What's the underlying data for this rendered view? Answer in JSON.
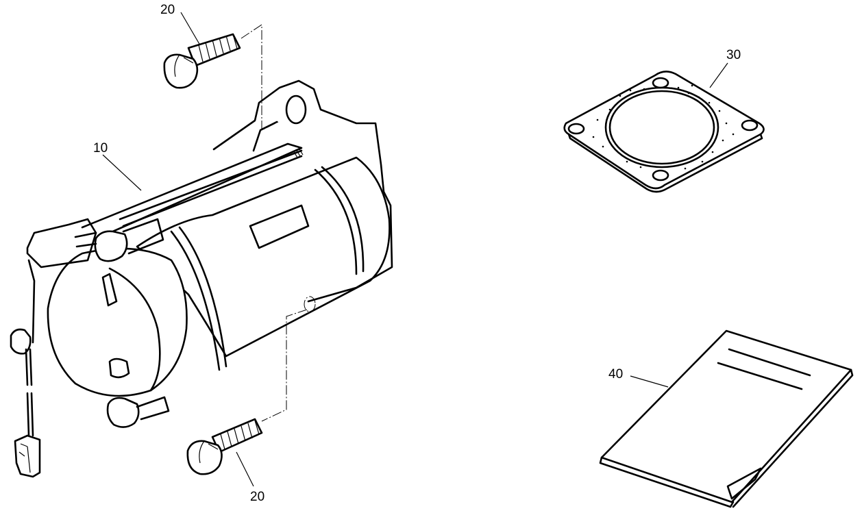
{
  "diagram": {
    "type": "exploded parts view",
    "parts": [
      {
        "callout": "10",
        "name": "starter motor"
      },
      {
        "callout": "20",
        "name": "bolt (upper)"
      },
      {
        "callout": "20",
        "name": "bolt (lower)"
      },
      {
        "callout": "30",
        "name": "gasket"
      },
      {
        "callout": "40",
        "name": "instruction sheet"
      }
    ]
  },
  "labels": {
    "bolt_top": "20",
    "motor": "10",
    "bolt_bottom": "20",
    "gasket": "30",
    "sheet": "40"
  }
}
